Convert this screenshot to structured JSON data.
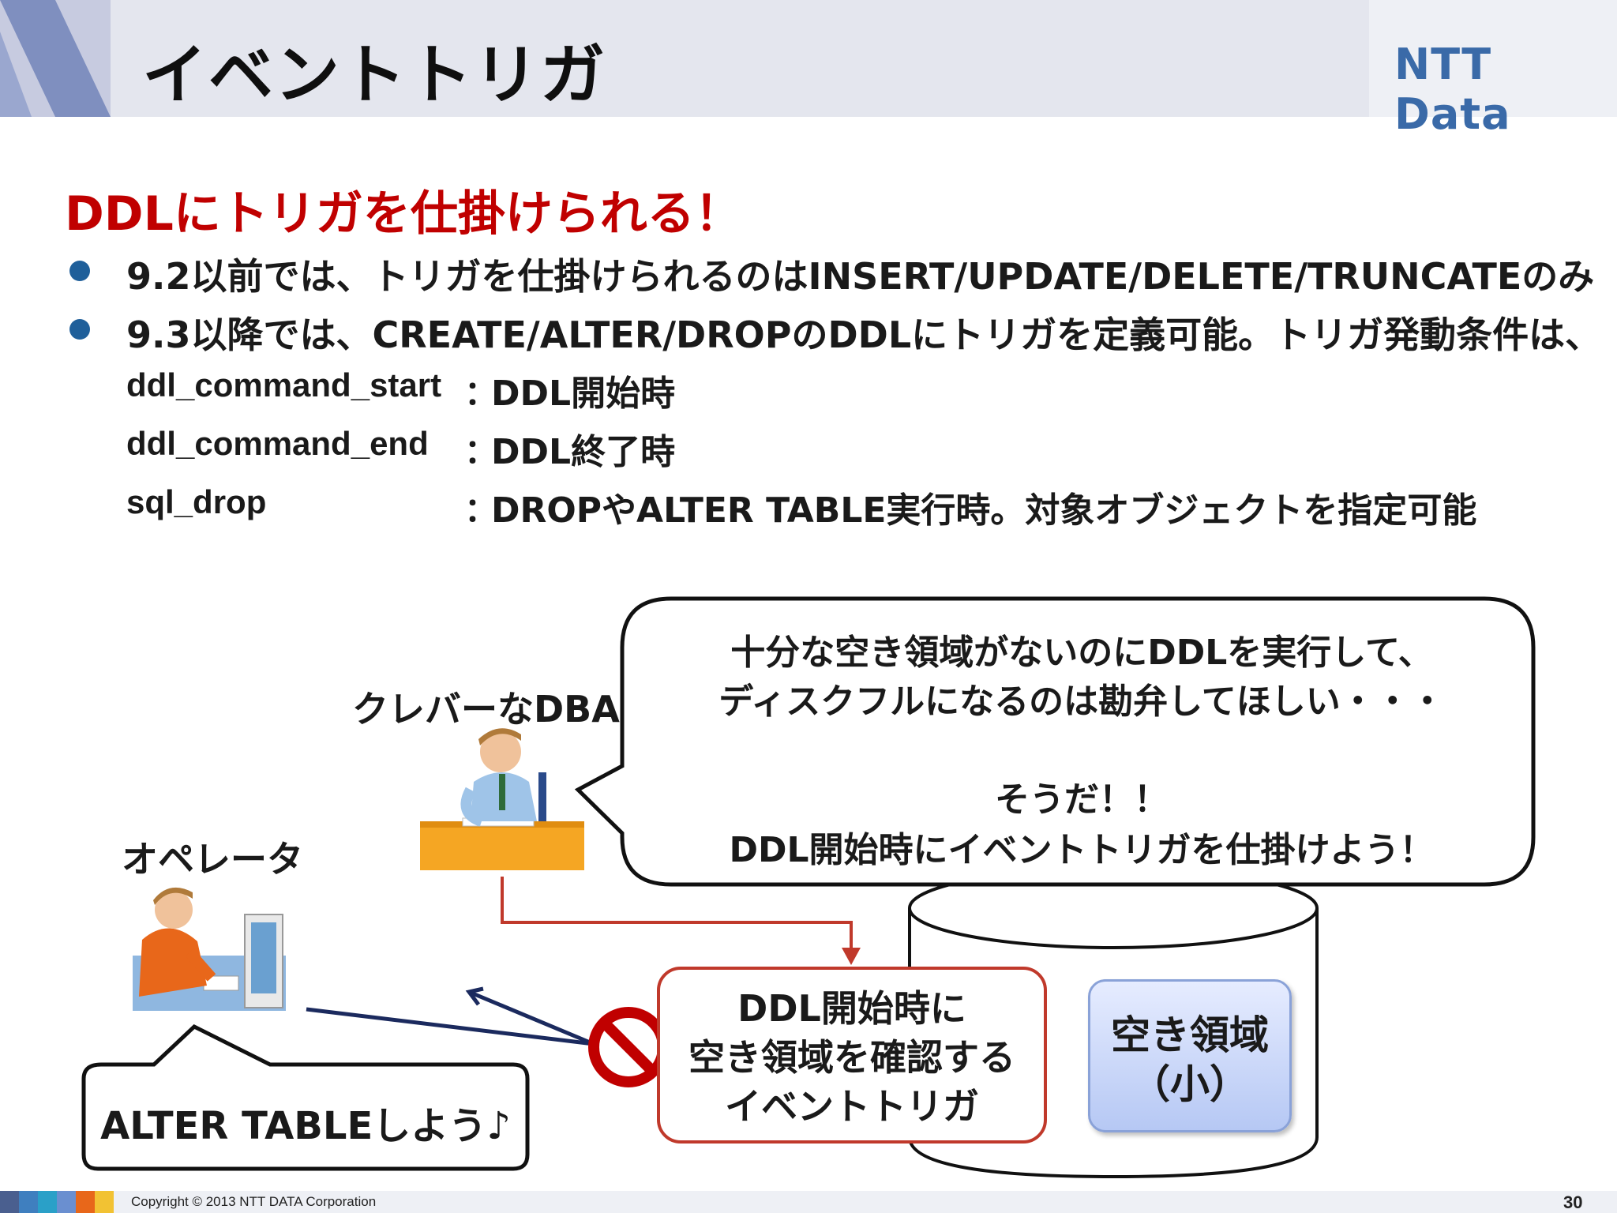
{
  "header": {
    "title": "イベントトリガ",
    "logo": "NTT Data"
  },
  "subtitle": "DDLにトリガを仕掛けられる！",
  "bullets": [
    "9.2以前では、トリガを仕掛けられるのはINSERT/UPDATE/DELETE/TRUNCATEのみ",
    "9.3以降では、CREATE/ALTER/DROPのDDLにトリガを定義可能。トリガ発動条件は、"
  ],
  "conditions": [
    {
      "name": "ddl_command_start",
      "desc": "DDL開始時"
    },
    {
      "name": "ddl_command_end",
      "desc": "DDL終了時"
    },
    {
      "name": "sql_drop",
      "desc": "DROPやALTER TABLE実行時。対象オブジェクトを指定可能"
    }
  ],
  "colon": "：",
  "diagram": {
    "dba_label": "クレバーなDBA",
    "operator_label": "オペレータ",
    "dba_bubble": {
      "line1": "十分な空き領域がないのにDDLを実行して、",
      "line2": "ディスクフルになるのは勘弁してほしい・・・",
      "line3": "そうだ！！",
      "line4": "DDL開始時にイベントトリガを仕掛けよう！"
    },
    "operator_bubble": "ALTER TABLEしよう♪",
    "trigger_box": {
      "line1": "DDL開始時に",
      "line2": "空き領域を確認する",
      "line3": "イベントトリガ"
    },
    "free_space": {
      "line1": "空き領域",
      "line2": "（小）"
    }
  },
  "footer": {
    "copyright": "Copyright © 2013 NTT DATA Corporation",
    "page": "30"
  },
  "colors": {
    "accent_red": "#c00000",
    "bullet_blue": "#1f5f9a",
    "logo_blue": "#3a6aa8",
    "box_red": "#c0392b",
    "arrow_navy": "#1b2a5e"
  }
}
